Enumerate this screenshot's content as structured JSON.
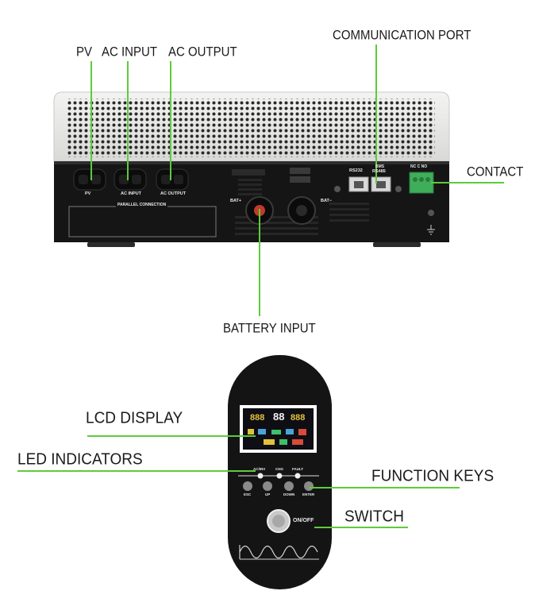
{
  "callouts": {
    "pv": "PV",
    "ac_input": "AC INPUT",
    "ac_output": "AC OUTPUT",
    "communication_port": "COMMUNICATION PORT",
    "contact": "CONTACT",
    "battery_input": "BATTERY INPUT",
    "lcd_display": "LCD DISPLAY",
    "led_indicators": "LED INDICATORS",
    "function_keys": "FUNCTION KEYS",
    "switch": "SWITCH"
  },
  "rear_panel_labels": {
    "pv": "PV",
    "ac_input": "AC INPUT",
    "ac_output": "AC OUTPUT",
    "parallel_connection": "PARALLEL CONNECTION",
    "rs232": "RS232",
    "rs485": "RS485",
    "bms": "BMS",
    "bat_plus": "BAT+",
    "bat_minus": "BAT−",
    "relay": "NC C NO"
  },
  "front_panel": {
    "led_labels": [
      "AC/INV",
      "CHG",
      "FAULT"
    ],
    "key_labels": [
      "ESC",
      "UP",
      "DOWN",
      "ENTER"
    ],
    "switch_label": "ON/OFF",
    "lcd_left_digits": "888",
    "lcd_center_digits": "88",
    "lcd_right_digits": "888"
  },
  "colors": {
    "lead_line": "#5ecb3a",
    "body_dark": "#151515",
    "cover_light": "#e9e9e7",
    "terminal_green": "#3fae5b"
  }
}
